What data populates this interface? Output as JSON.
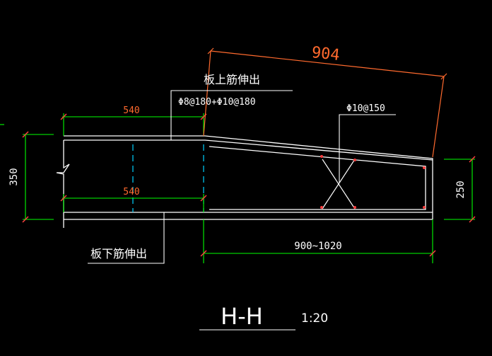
{
  "drawing": {
    "labels": {
      "dim_slant": "904",
      "dim_top": "540",
      "dim_bottom": "540",
      "dim_left": "350",
      "dim_right": "250",
      "dim_span": "900~1020",
      "note_top": "板上筋伸出",
      "note_top_rebar": "Φ8@180+Φ10@180",
      "note_stirrup": "Φ10@150",
      "note_bottom": "板下筋伸出",
      "section_title": "H-H",
      "section_scale": "1:20"
    },
    "colors": {
      "background": "#000000",
      "outline": "#ffffff",
      "dimension_line": "#00ff00",
      "dimension_text": "#ff6a2e",
      "span_text": "#ffffff",
      "axis": "#00d2ff",
      "rebar_dot": "#ff3c3c"
    }
  }
}
